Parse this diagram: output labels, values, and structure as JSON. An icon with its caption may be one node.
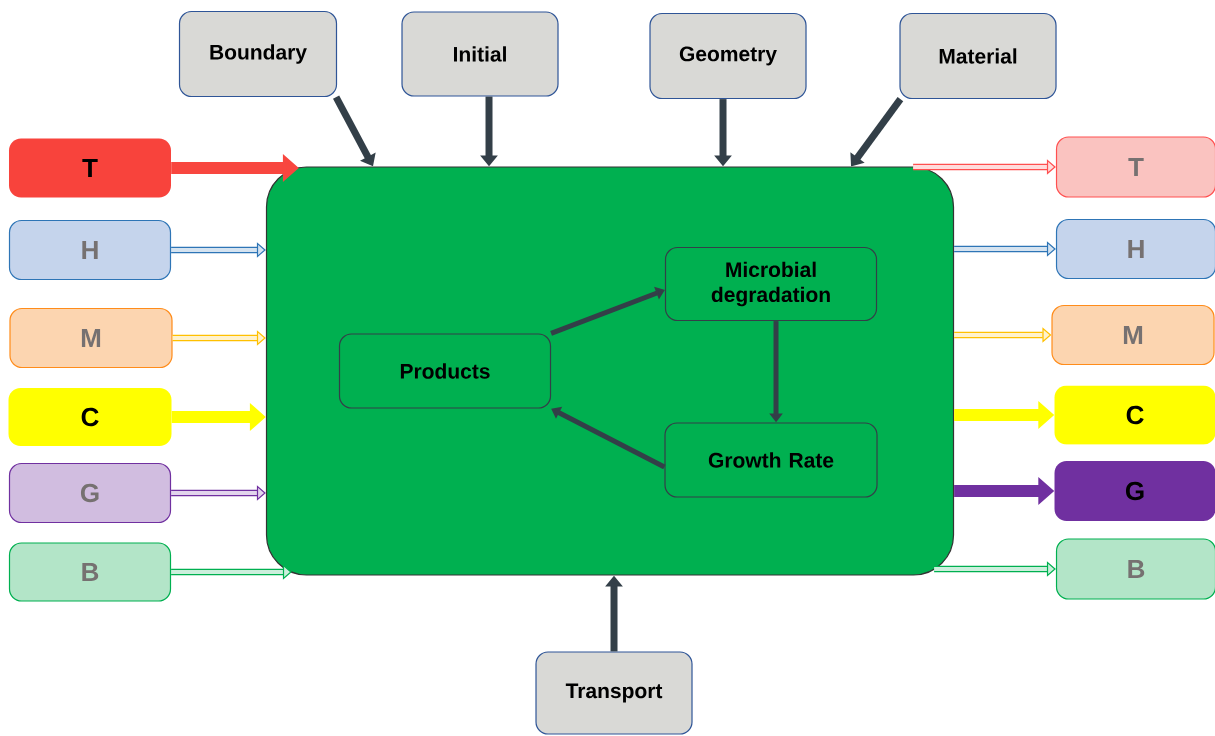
{
  "diagram": {
    "nodes": [
      {
        "text": [
          "Boundary"
        ]
      },
      {
        "text": [
          "Initial"
        ]
      },
      {
        "text": [
          "Geometry"
        ]
      },
      {
        "text": [
          "Material"
        ]
      },
      {
        "text": [
          "T"
        ]
      },
      {
        "text": [
          "H"
        ]
      },
      {
        "text": [
          "M"
        ]
      },
      {
        "text": [
          "C"
        ]
      },
      {
        "text": [
          "G"
        ]
      },
      {
        "text": [
          "B"
        ]
      },
      {
        "text": [],
        "shape": "box"
      },
      {
        "text": [
          "Products"
        ],
        "in": 10
      },
      {
        "text": [
          "Microbial degradation"
        ],
        "in": 10
      },
      {
        "text": [
          "Growth Rate"
        ],
        "in": 10
      },
      {
        "text": [
          "T"
        ]
      },
      {
        "text": [
          "H"
        ]
      },
      {
        "text": [
          "M"
        ]
      },
      {
        "text": [
          "C"
        ]
      },
      {
        "text": [
          "G"
        ]
      },
      {
        "text": [
          "B"
        ]
      },
      {
        "text": [
          "Transport"
        ]
      }
    ],
    "edges": [
      {
        "from": 0,
        "to": 10,
        "arrow": "to"
      },
      {
        "from": 1,
        "to": 10,
        "arrow": "to"
      },
      {
        "from": 2,
        "to": 10,
        "arrow": "to"
      },
      {
        "from": 3,
        "to": 10,
        "arrow": "to"
      },
      {
        "from": 4,
        "to": 10,
        "arrow": "to",
        "style": "thick",
        "color": "#f8463f"
      },
      {
        "from": 5,
        "to": 10,
        "arrow": "to",
        "color": "#2e75b6"
      },
      {
        "from": 6,
        "to": 10,
        "arrow": "to",
        "color": "#ffc000"
      },
      {
        "from": 7,
        "to": 10,
        "arrow": "to",
        "style": "thick",
        "color": "#ffff00"
      },
      {
        "from": 8,
        "to": 10,
        "arrow": "to",
        "color": "#7030a0"
      },
      {
        "from": 9,
        "to": 10,
        "arrow": "to",
        "color": "#00b050"
      },
      {
        "from": 11,
        "to": 12,
        "arrow": "to"
      },
      {
        "from": 12,
        "to": 13,
        "arrow": "to"
      },
      {
        "from": 13,
        "to": 11,
        "arrow": "to"
      },
      {
        "from": 10,
        "to": 14,
        "arrow": "to",
        "color": "#ff5050"
      },
      {
        "from": 10,
        "to": 15,
        "arrow": "to",
        "color": "#2e75b6"
      },
      {
        "from": 10,
        "to": 16,
        "arrow": "to",
        "color": "#ffc000"
      },
      {
        "from": 10,
        "to": 17,
        "arrow": "to",
        "style": "thick",
        "color": "#ffff00"
      },
      {
        "from": 10,
        "to": 18,
        "arrow": "to",
        "style": "thick",
        "color": "#7030a0"
      },
      {
        "from": 10,
        "to": 19,
        "arrow": "to",
        "color": "#00b050"
      },
      {
        "from": 20,
        "to": 10,
        "arrow": "to"
      }
    ]
  }
}
